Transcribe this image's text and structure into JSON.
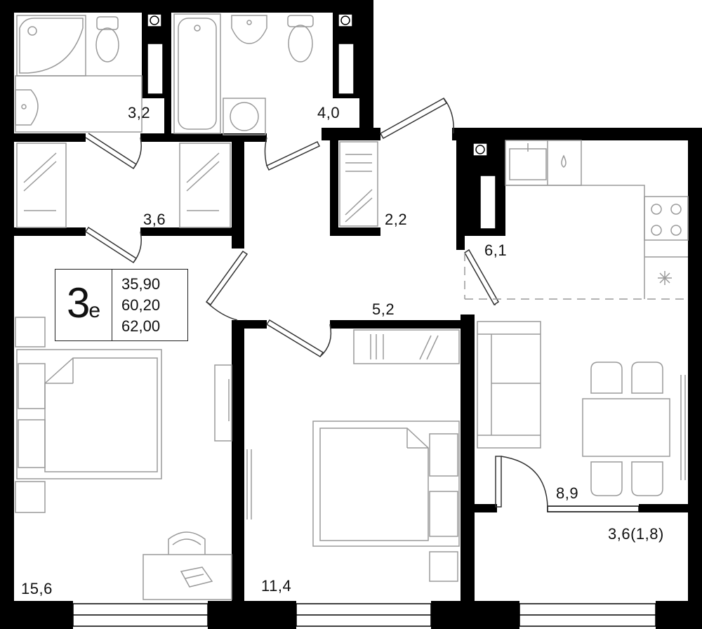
{
  "plan": {
    "colors": {
      "wall": "#000000",
      "furniture": "#9a9a9a",
      "background": "#ffffff",
      "text": "#111111"
    },
    "apartment_code": {
      "number": "3",
      "letter": "е"
    },
    "areas": [
      "35,90",
      "60,20",
      "62,00"
    ],
    "rooms": [
      {
        "id": "wc",
        "area": "3,2"
      },
      {
        "id": "bathroom",
        "area": "4,0"
      },
      {
        "id": "wardrobe",
        "area": "3,6"
      },
      {
        "id": "closet",
        "area": "2,2"
      },
      {
        "id": "kitchen",
        "area": "6,1"
      },
      {
        "id": "hall",
        "area": "5,2"
      },
      {
        "id": "bedroom-left",
        "area": "15,6"
      },
      {
        "id": "bedroom-middle",
        "area": "11,4"
      },
      {
        "id": "living",
        "area": "8,9"
      },
      {
        "id": "balcony",
        "area": "3,6(1,8)"
      }
    ]
  }
}
